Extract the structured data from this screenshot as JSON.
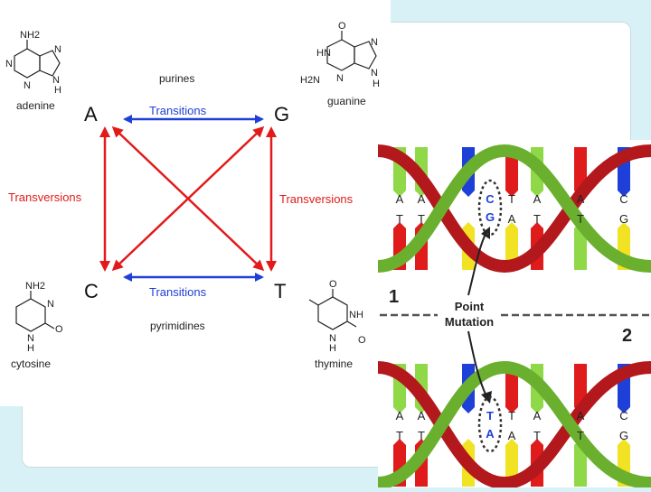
{
  "diagram": {
    "bases": {
      "A": {
        "letter": "A",
        "name": "adenine"
      },
      "G": {
        "letter": "G",
        "name": "guanine"
      },
      "C": {
        "letter": "C",
        "name": "cytosine"
      },
      "T": {
        "letter": "T",
        "name": "thymine"
      }
    },
    "group_labels": {
      "top": "purines",
      "bottom": "pyrimidines"
    },
    "edges": {
      "transitions": "Transitions",
      "transversions": "Transversions"
    },
    "colors": {
      "transition": "#1f3fd6",
      "transversion": "#e21a1a"
    }
  },
  "molecules": {
    "adenine": {
      "nh2": "NH2",
      "atoms": [
        "N",
        "N",
        "N",
        "N",
        "H"
      ]
    },
    "guanine": {
      "o": "O",
      "hn": "HN",
      "h2n": "H2N",
      "atoms": [
        "N",
        "N",
        "N",
        "H"
      ]
    },
    "cytosine": {
      "nh2": "NH2",
      "atoms": [
        "N",
        "N",
        "O",
        "H"
      ]
    },
    "thymine": {
      "o": "O",
      "nh": "NH",
      "atoms": [
        "N",
        "O",
        "H"
      ]
    }
  },
  "dna": {
    "strand1_label": "1",
    "strand2_label": "2",
    "mutation_label_line1": "Point",
    "mutation_label_line2": "Mutation",
    "top_pairs": [
      {
        "top": "A",
        "bottom": "T"
      },
      {
        "top": "A",
        "bottom": "T"
      },
      {
        "top": "C",
        "bottom": "G"
      },
      {
        "top": "T",
        "bottom": "A"
      },
      {
        "top": "A",
        "bottom": "T"
      },
      {
        "top": "A",
        "bottom": "T"
      },
      {
        "top": "C",
        "bottom": "G"
      }
    ],
    "bottom_pairs": [
      {
        "top": "A",
        "bottom": "T"
      },
      {
        "top": "A",
        "bottom": "T"
      },
      {
        "top": "T",
        "bottom": "A"
      },
      {
        "top": "T",
        "bottom": "A"
      },
      {
        "top": "A",
        "bottom": "T"
      },
      {
        "top": "A",
        "bottom": "T"
      },
      {
        "top": "C",
        "bottom": "G"
      }
    ],
    "top_mutated": {
      "top": "C",
      "bottom": "G"
    },
    "bottom_mutated": {
      "top": "T",
      "bottom": "A"
    },
    "helix_colors": {
      "strand_green": "#6ab02e",
      "strand_red": "#b3181c",
      "blue": "#1e40d8",
      "yellow": "#f2e224",
      "red": "#e01b1b",
      "green": "#8fd848"
    }
  }
}
